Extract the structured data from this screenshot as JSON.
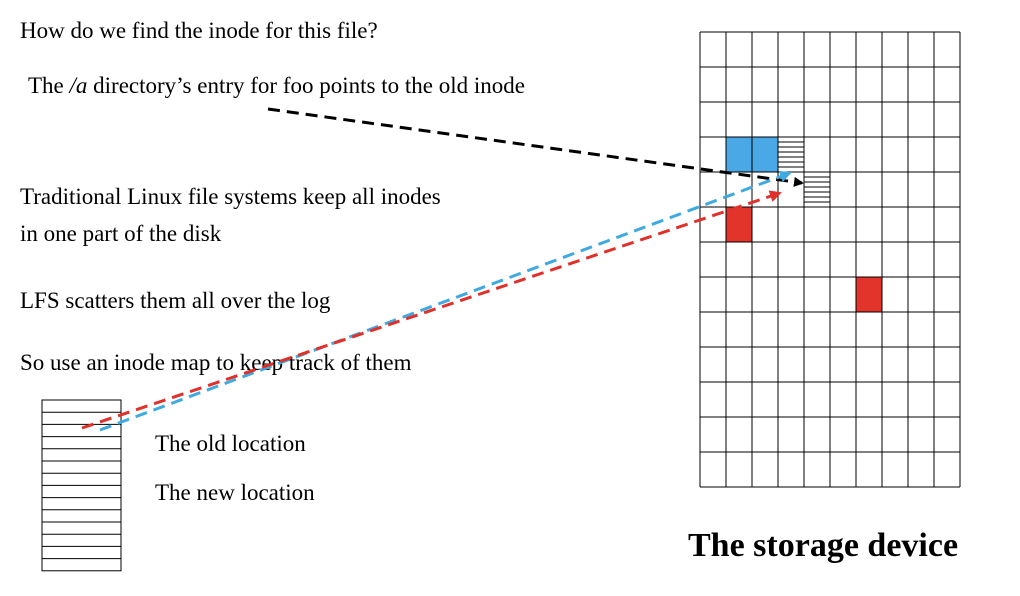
{
  "texts": {
    "question": "How do we find the inode for this file?",
    "dir_entry_prefix": "The ",
    "dir_entry_path": "/a",
    "dir_entry_suffix": " directory’s entry for foo points to the old inode",
    "traditional_line1": "Traditional Linux file systems keep all inodes",
    "traditional_line2": "in one part of the disk",
    "lfs": "LFS scatters them all over the log",
    "inode_map": "So use an inode map to keep track of them",
    "old_location": "The old location",
    "new_location": "The new location",
    "storage_title": "The storage device"
  },
  "colors": {
    "blue_block": "#4aa8e6",
    "red_block": "#e2342a",
    "blue_arrow": "#3fa9e0",
    "red_arrow": "#e0302a",
    "black_arrow": "#000000",
    "grid_line": "#000000"
  },
  "storage_grid": {
    "cols": 10,
    "rows": 13,
    "blue_cells": [
      [
        3,
        1
      ],
      [
        3,
        2
      ]
    ],
    "red_cells": [
      [
        5,
        1
      ],
      [
        7,
        6
      ]
    ],
    "inode_cells": [
      [
        3,
        3
      ],
      [
        4,
        4
      ]
    ]
  },
  "inode_map": {
    "rows": 14
  }
}
